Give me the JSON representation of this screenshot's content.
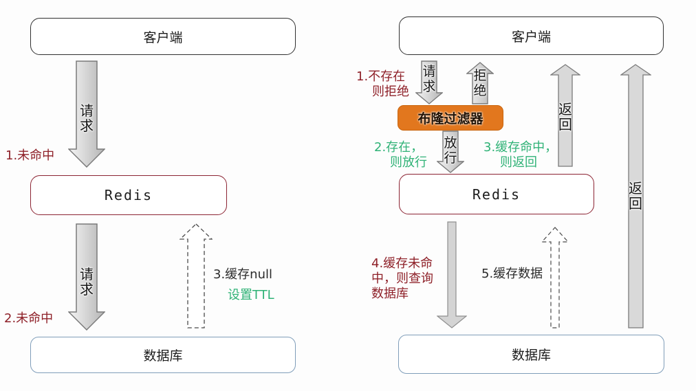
{
  "colors": {
    "dark_red_text": "#8e2028",
    "green_text": "#2fb276",
    "orange_box": "#e2771e",
    "redis_border": "#8b2332",
    "db_border": "#7f9db9",
    "arrow_gray": "#d9d9d9"
  },
  "left": {
    "client": "客户端",
    "redis": "Redis",
    "database": "数据库",
    "arrow1_label": "请求",
    "arrow2_label": "请求",
    "note1": "1.未命中",
    "note2": "2.未命中",
    "note3_black": "3.缓存null",
    "note3_green": "设置TTL"
  },
  "right": {
    "client": "客户端",
    "bloom_filter": "布隆过滤器",
    "redis": "Redis",
    "database": "数据库",
    "request_label": "请求",
    "reject_label": "拒绝",
    "pass_label": "放行",
    "return_label_mid": "返回",
    "return_label_far": "返回",
    "note1": {
      "line1": "1.不存在",
      "line2": "则拒绝"
    },
    "note2": {
      "line1": "2.存在，",
      "line2": "则放行"
    },
    "note3": {
      "line1": "3.缓存命中，",
      "line2": "则返回"
    },
    "note4": {
      "line1": "4.缓存未命",
      "line2": "中，则查询",
      "line3": "数据库"
    },
    "note5": "5.缓存数据"
  }
}
